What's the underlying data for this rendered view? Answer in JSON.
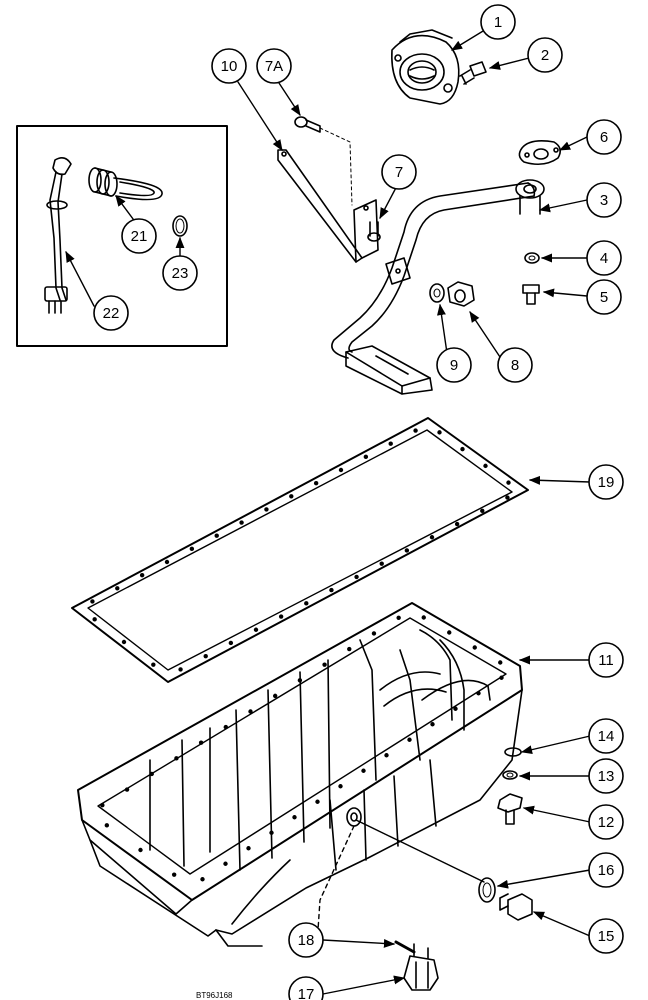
{
  "callouts": [
    "1",
    "2",
    "3",
    "4",
    "5",
    "6",
    "7",
    "7A",
    "8",
    "9",
    "10",
    "11",
    "12",
    "13",
    "14",
    "15",
    "16",
    "17",
    "18",
    "19",
    "21",
    "22",
    "23"
  ],
  "figure_code": "BT96J168"
}
